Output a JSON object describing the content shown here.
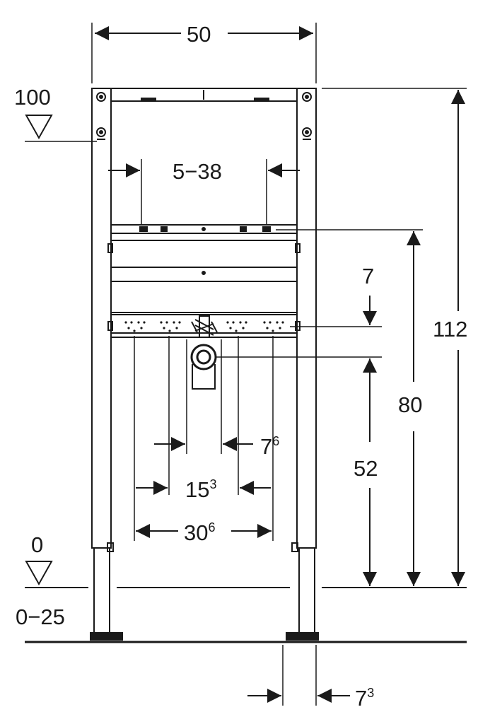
{
  "dimensions": {
    "frame_width": "50",
    "top_reference": "100",
    "bracket_range": "5−38",
    "offset_7": "7",
    "height_112": "112",
    "height_80": "80",
    "height_52": "52",
    "spacing_7_6": {
      "base": "7",
      "sup": "6"
    },
    "spacing_15_3": {
      "base": "15",
      "sup": "3"
    },
    "spacing_30_6": {
      "base": "30",
      "sup": "6"
    },
    "floor_level": "0",
    "foot_adjust": "0−25",
    "foot_offset": {
      "base": "7",
      "sup": "3"
    }
  },
  "colors": {
    "line": "#1a1a1a",
    "background": "#ffffff"
  }
}
